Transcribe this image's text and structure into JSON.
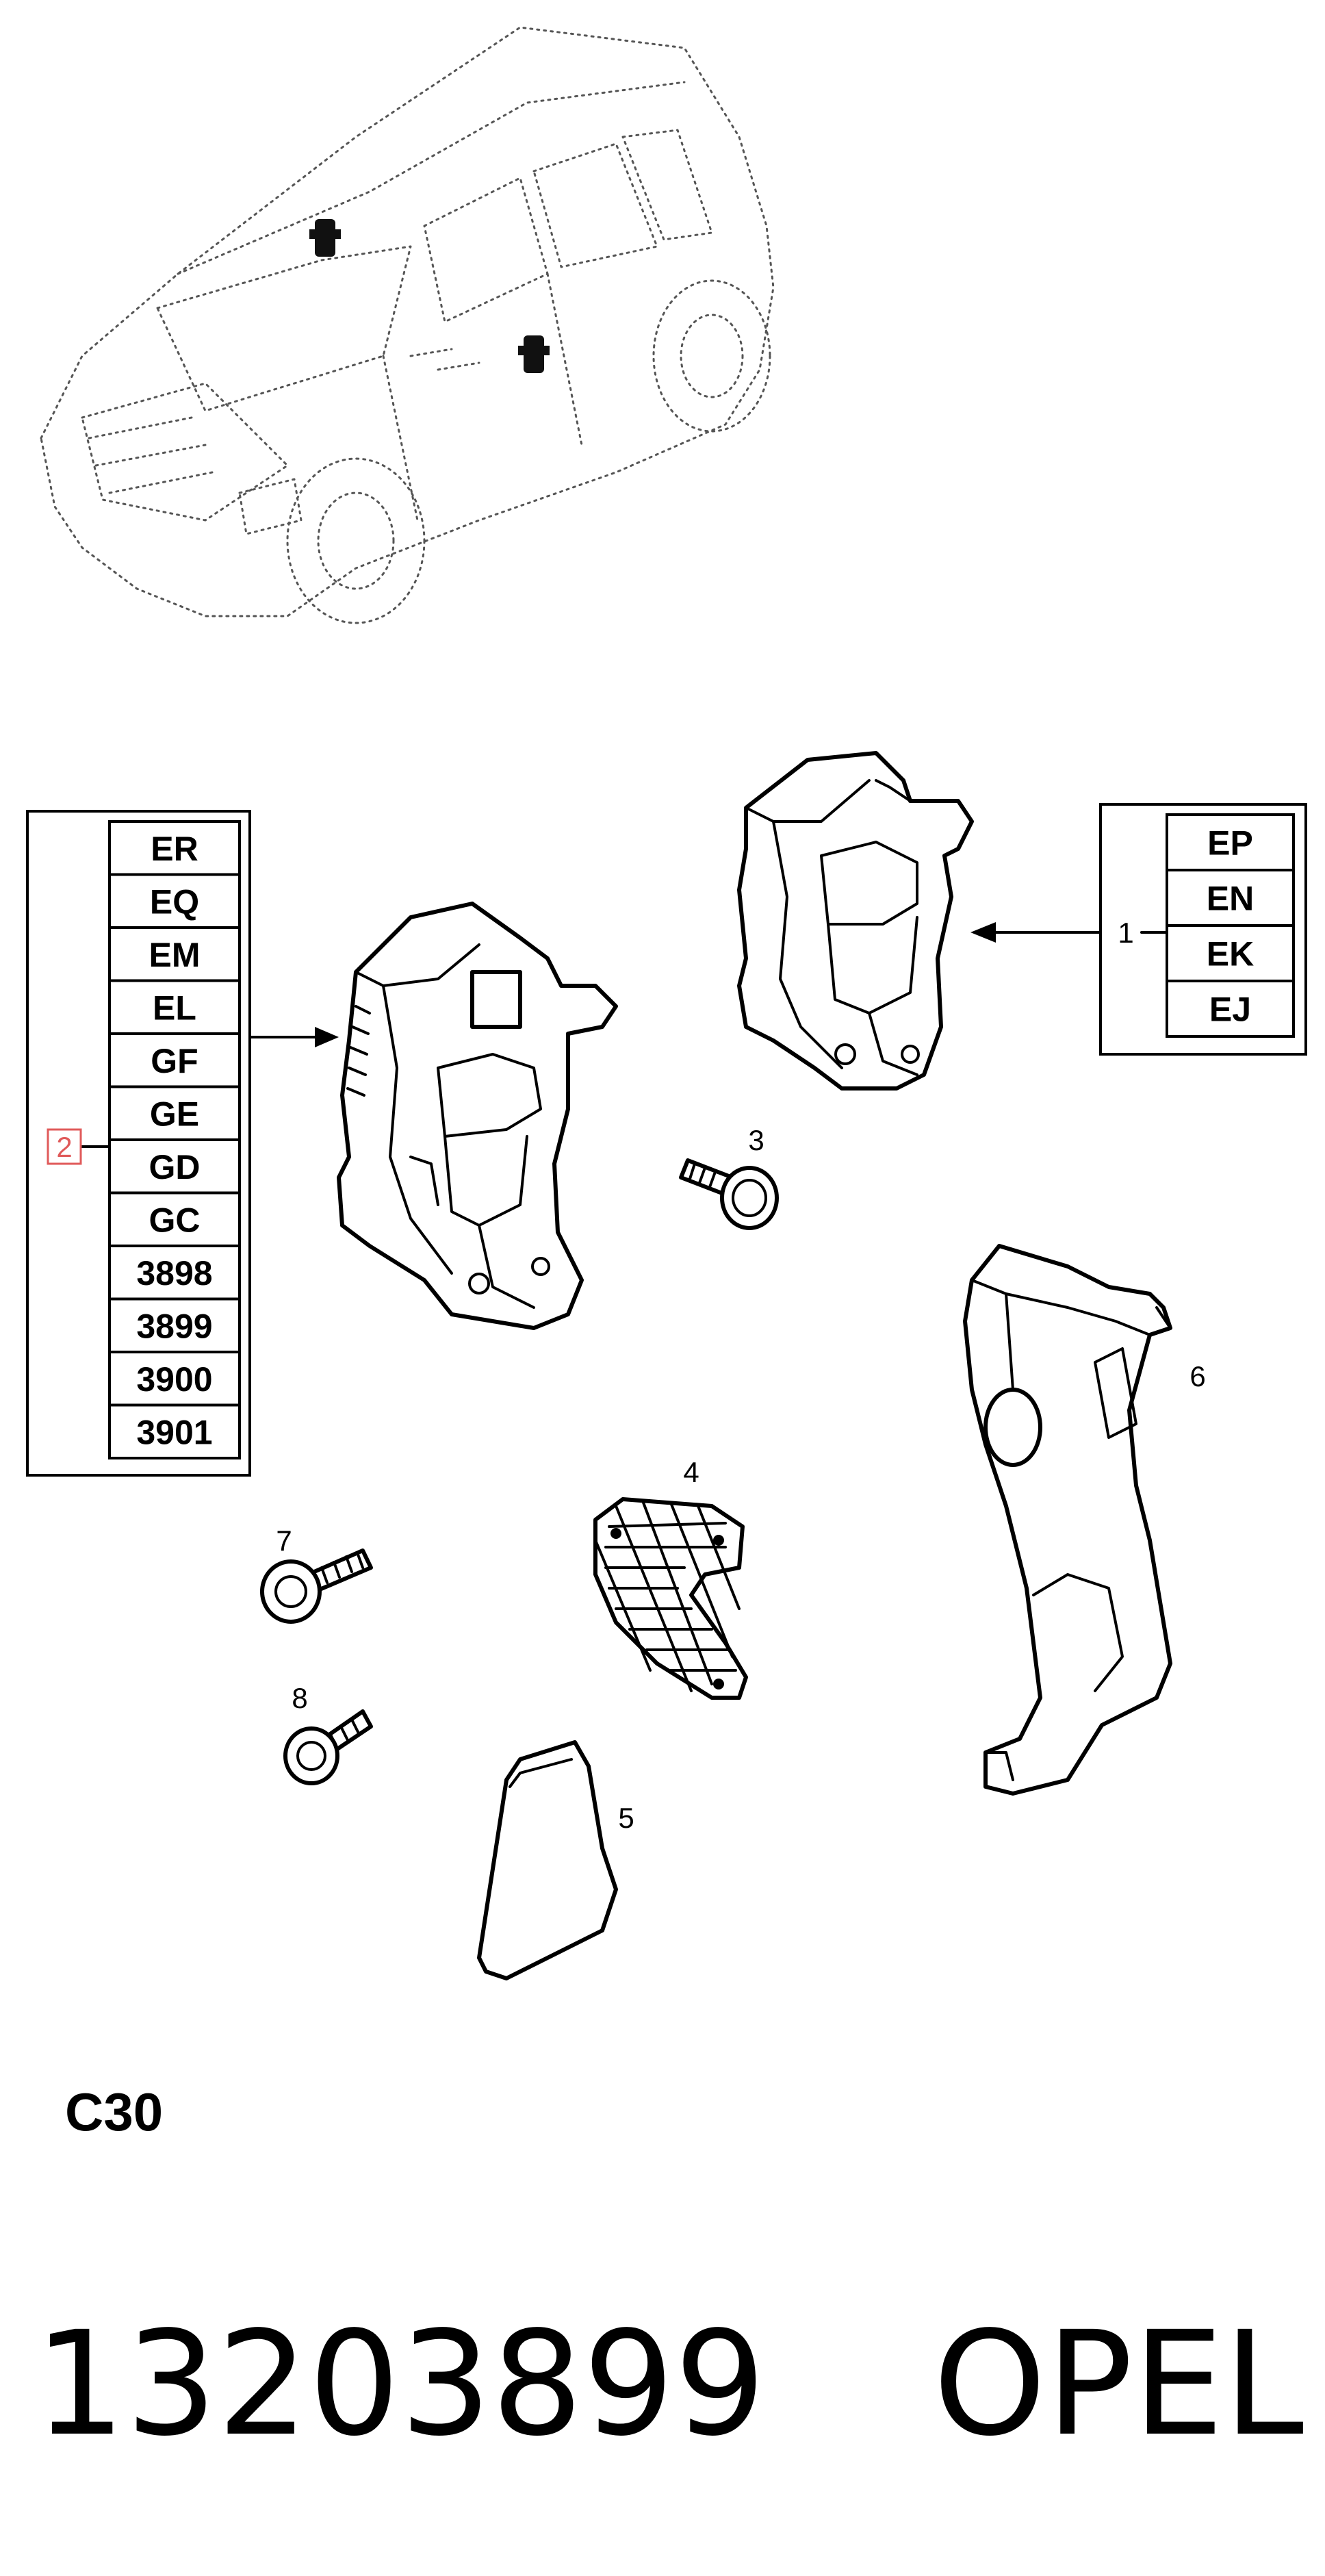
{
  "left_table": {
    "callout": "2",
    "callout_color": "#e05a5a",
    "codes": [
      "ER",
      "EQ",
      "EM",
      "EL",
      "GF",
      "GE",
      "GD",
      "GC",
      "3898",
      "3899",
      "3900",
      "3901"
    ]
  },
  "right_table": {
    "callout": "1",
    "codes": [
      "EP",
      "EN",
      "EK",
      "EJ"
    ]
  },
  "callouts": {
    "c3": "3",
    "c4": "4",
    "c5": "5",
    "c6": "6",
    "c7": "7",
    "c8": "8"
  },
  "section_code": "C30",
  "footer": {
    "part_number": "13203899",
    "brand": "OPEL"
  }
}
